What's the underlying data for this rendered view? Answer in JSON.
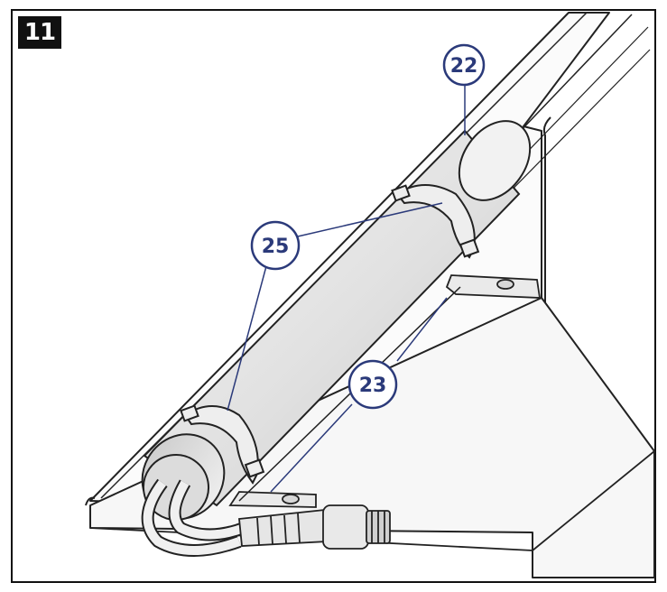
{
  "step": {
    "number": "11"
  },
  "callouts": [
    {
      "id": "callout-22",
      "label": "22"
    },
    {
      "id": "callout-25",
      "label": "25"
    },
    {
      "id": "callout-23",
      "label": "23"
    }
  ],
  "colors": {
    "callout": "#2b3a7a",
    "line": "#222222",
    "badge": "#111111"
  }
}
